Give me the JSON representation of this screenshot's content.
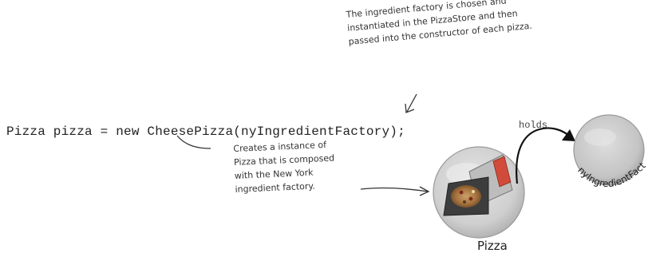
{
  "code_line": "Pizza pizza = new CheesePizza(nyIngredientFactory);",
  "top_annotation": [
    "The ingredient factory is chosen and",
    "instantiated in the PizzaStore and then",
    "passed into the constructor of each pizza."
  ],
  "left_annotation": [
    "Creates a instance of",
    "Pizza that is composed",
    "with the New York",
    "ingredient factory."
  ],
  "holds_label": "holds",
  "pizza_label": "Pizza",
  "factory_label": "nyIngredientFactory"
}
